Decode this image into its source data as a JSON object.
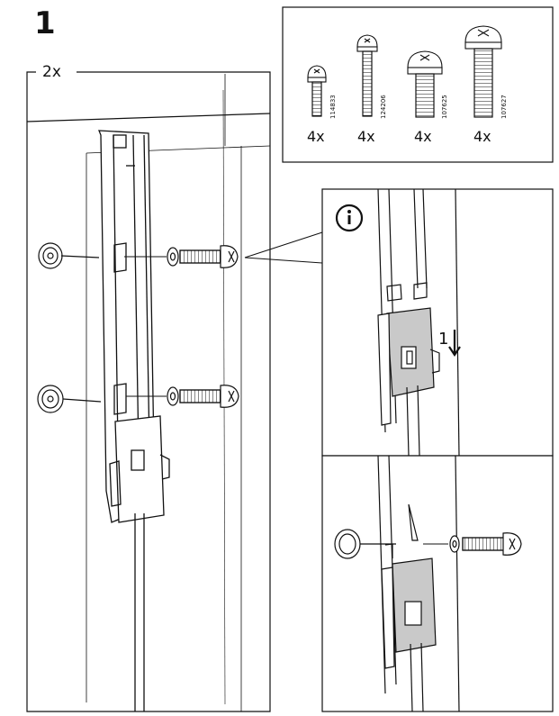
{
  "step": {
    "number": "1",
    "main_quantity": "2x"
  },
  "parts": [
    {
      "code": "114833",
      "quantity": "4x"
    },
    {
      "code": "124206",
      "quantity": "4x"
    },
    {
      "code": "107625",
      "quantity": "4x"
    },
    {
      "code": "107627",
      "quantity": "4x"
    }
  ],
  "detail": {
    "info_icon": "info-icon",
    "action_number": "1"
  },
  "colors": {
    "line": "#111111",
    "bracket_fill": "#c9c9c9",
    "paper": "#ffffff"
  }
}
